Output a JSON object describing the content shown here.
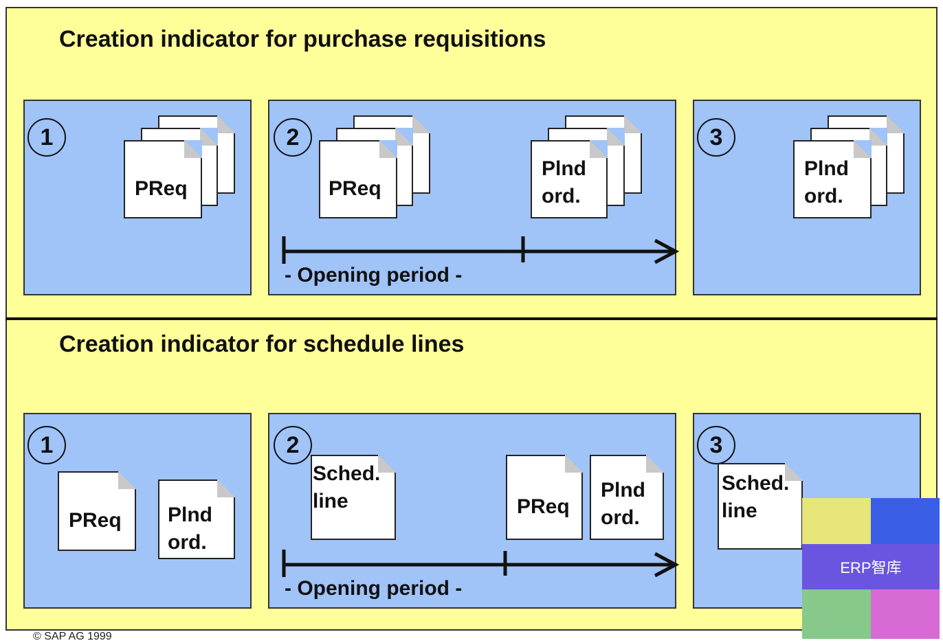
{
  "sections": [
    {
      "title": "Creation indicator for purchase requisitions",
      "panels": [
        {
          "number": "1",
          "docs": [
            "PReq"
          ]
        },
        {
          "number": "2",
          "docs": [
            "PReq",
            "Plnd\nord."
          ],
          "period": "- Opening period -"
        },
        {
          "number": "3",
          "docs": [
            "Plnd\nord."
          ]
        }
      ]
    },
    {
      "title": "Creation indicator for schedule lines",
      "panels": [
        {
          "number": "1",
          "docs": [
            "PReq",
            "Plnd\nord."
          ]
        },
        {
          "number": "2",
          "docs": [
            "Sched.\nline",
            "PReq",
            "Plnd\nord."
          ],
          "period": "- Opening period -"
        },
        {
          "number": "3",
          "docs": [
            "Sched.\nline"
          ]
        }
      ]
    }
  ],
  "footer": "© SAP AG 1999",
  "watermark": {
    "text": "ERP智库",
    "colors": [
      "#e6e67a",
      "#3a5ee6",
      "#6a55e0",
      "#86c98a",
      "#d86ad6"
    ]
  },
  "colors": {
    "background": "#ffff99",
    "panel": "#a0c3f8"
  }
}
